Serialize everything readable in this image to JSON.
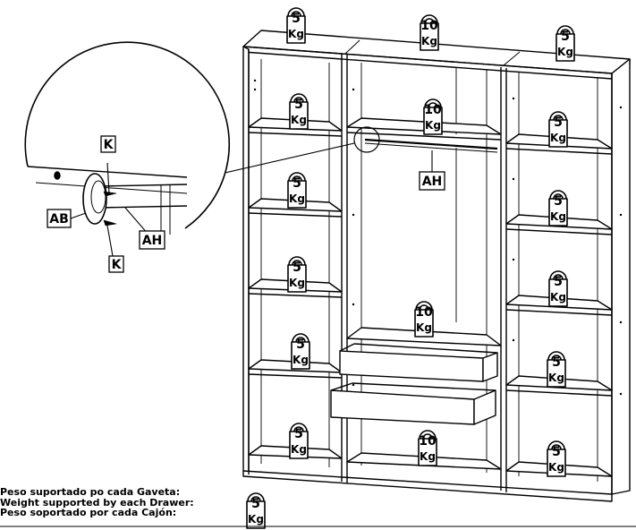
{
  "caption": {
    "line1": "Peso suportado po cada Gaveta:",
    "line2": "Weight supported by each Drawer:",
    "line3": "Peso soportado por cada Cajón:"
  },
  "caption_weight": {
    "value": "5",
    "unit": "Kg"
  },
  "part_labels": {
    "ab": "AB",
    "ah": "AH",
    "k": "K"
  },
  "weights": {
    "top_left": "5",
    "top_center": "10",
    "top_right": "5",
    "left_shelf_1": "5",
    "left_shelf_2": "5",
    "left_shelf_3": "5",
    "left_shelf_4": "5",
    "left_bottom": "5",
    "center_shelf": "10",
    "center_drawers": "10",
    "center_bottom": "10",
    "right_shelf_1": "5",
    "right_shelf_2": "5",
    "right_shelf_3": "5",
    "right_shelf_4": "5",
    "right_bottom": "5",
    "unit": "Kg"
  }
}
